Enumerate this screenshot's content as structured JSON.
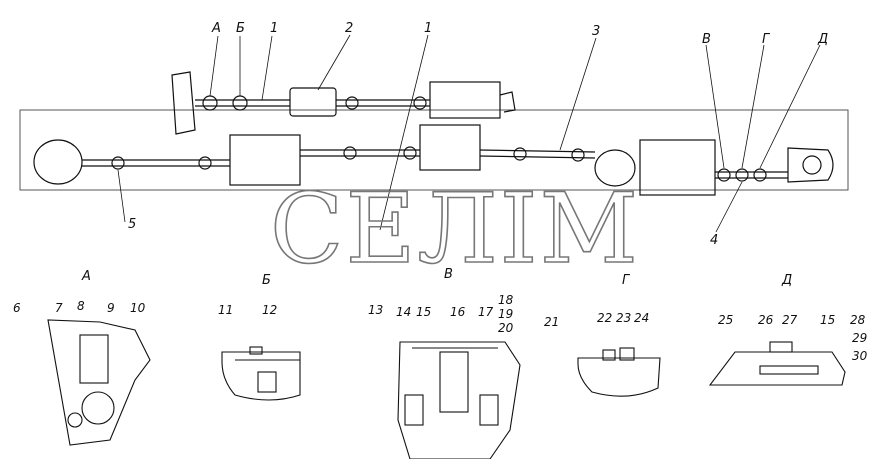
{
  "watermark": "СЕЛІМ",
  "overview": {
    "callouts_top": [
      "А",
      "Б",
      "1",
      "2",
      "1",
      "3",
      "В",
      "Г",
      "Д"
    ],
    "callouts_bottom": [
      "5",
      "4"
    ]
  },
  "details": [
    {
      "title": "А",
      "numbers": [
        "6",
        "7",
        "8",
        "9",
        "10"
      ]
    },
    {
      "title": "Б",
      "numbers": [
        "11",
        "12"
      ]
    },
    {
      "title": "В",
      "numbers": [
        "13",
        "14",
        "15",
        "16",
        "17",
        "18",
        "19",
        "20",
        "21"
      ]
    },
    {
      "title": "Г",
      "numbers": [
        "22",
        "23",
        "24"
      ]
    },
    {
      "title": "Д",
      "numbers": [
        "25",
        "26",
        "27",
        "15",
        "28",
        "29",
        "30"
      ]
    }
  ],
  "colors": {
    "ink": "#111111",
    "watermark": "#777777"
  }
}
